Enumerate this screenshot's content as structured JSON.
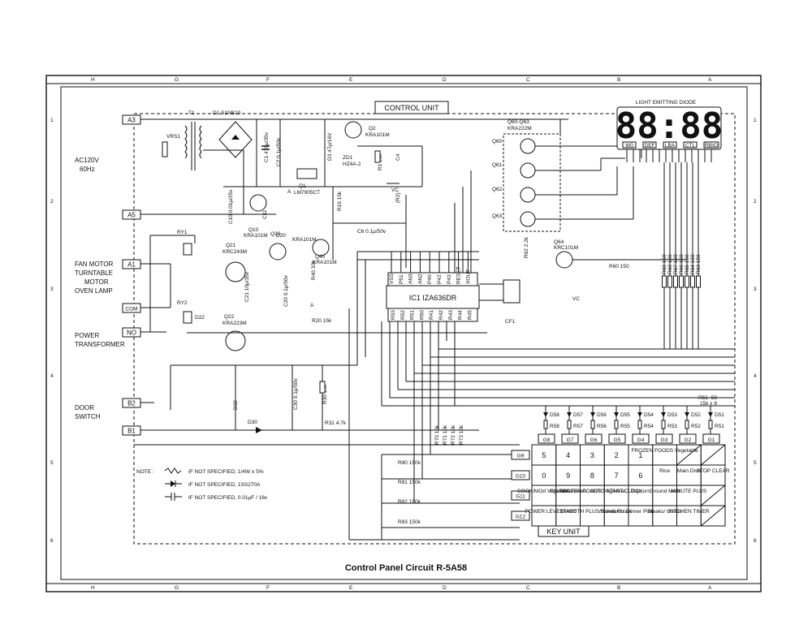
{
  "title": "Control Panel Circuit R-5A58",
  "control_unit_label": "CONTROL UNIT",
  "key_unit_label": "KEY UNIT",
  "led_label": "LIGHT EMITTING DIODE",
  "led_display": "88:88",
  "led_tags": [
    "W0",
    "DEF",
    "LBA",
    "CTL",
    "RBIO"
  ],
  "border_letters_top": [
    "H",
    "G",
    "F",
    "E",
    "D",
    "C",
    "B",
    "A"
  ],
  "border_letters_bottom": [
    "H",
    "G",
    "F",
    "E",
    "D",
    "C",
    "B",
    "A"
  ],
  "border_numbers_left": [
    "1",
    "2",
    "3",
    "4",
    "5",
    "6"
  ],
  "border_numbers_right": [
    "1",
    "2",
    "3",
    "4",
    "5",
    "6"
  ],
  "terminals": [
    "A3",
    "A5",
    "A1",
    "COM",
    "NO",
    "B2",
    "B1"
  ],
  "ac_input": [
    "AC120V",
    "60Hz"
  ],
  "loads": {
    "fan": [
      "FAN MOTOR",
      "TURNTABLE",
      "MOTOR",
      "OVEN LAMP"
    ],
    "power": [
      "POWER",
      "TRANSFORMER"
    ],
    "door": [
      "DOOR",
      "SWITCH"
    ]
  },
  "components": {
    "t1": "T1",
    "d1": "D1 S1NB10",
    "vrs1": "VRS1",
    "c1": "C1 470μ/35v",
    "c2": "C2 0.1μ/50v",
    "q1": [
      "Q1",
      "LM7905CT"
    ],
    "d3": "D3 47μ/16V",
    "zd1": [
      "ZD1",
      "HZ4A-2"
    ],
    "q2": [
      "Q2",
      "KRA101M"
    ],
    "r1": "R1 15k",
    "c4": "C4",
    "c10": "C10 0.01μ/25v",
    "c11": "C11",
    "q10": [
      "Q10",
      "KRA101M"
    ],
    "q20": [
      "Q20",
      "KRA101M"
    ],
    "q21": [
      "Q21",
      "KRC243M"
    ],
    "q22": [
      "Q22",
      "KRA223M"
    ],
    "q40": [
      "Q40",
      "KRA101M"
    ],
    "r16": "R16 15k",
    "r2": "(R2)",
    "c6": "C6 0.1μ/50v",
    "ry1": "RY1",
    "ry2": "RY2",
    "d20": "D20",
    "d22": "D22",
    "c21": "C21 10μ/35v",
    "c20": "C20 0.1μ/50v",
    "r40": "R40 33k",
    "r20": "R20 15k",
    "ic1": "IC1 IZA636DR",
    "cf1": "CF1",
    "q60_63": [
      "Q60-Q63",
      "KRA222M"
    ],
    "q60": "Q60",
    "q61": "Q61",
    "q62": "Q62",
    "q63": "Q63",
    "q64": [
      "Q64",
      "KRC101M"
    ],
    "r60": "R60 150",
    "r62": "R62 2.2k",
    "vc": "VC",
    "a": "A",
    "c30": "C30 0.1μ/50v",
    "r30": "R30 15k",
    "d30": "D30",
    "d32": "D32",
    "r31": "R31 4.7k",
    "r51_58": [
      "R51~58",
      "15k x 8"
    ],
    "r80": "R80 150k",
    "r81": "R81 150k",
    "r82": "R82 150k",
    "r83": "R83 150k",
    "r70_73": [
      "R70 15k",
      "R71 15k",
      "R72 15k",
      "R73 15k"
    ],
    "seg_resistors": [
      "R69 150",
      "R68 150",
      "R67 150",
      "R66 150",
      "R65 150",
      "R64 150",
      "R63 150"
    ]
  },
  "ic_pins_top": [
    "VSS",
    "P51",
    "AN3",
    "AN2",
    "P40",
    "P42",
    "P43",
    "RESET",
    "XOUT"
  ],
  "ic_pins_bottom": [
    "R53",
    "R52",
    "R51",
    "R50",
    "R41",
    "R42",
    "R43",
    "R44",
    "R45"
  ],
  "diodes_row": [
    "D58",
    "D57",
    "D56",
    "D55",
    "D54",
    "D53",
    "D52",
    "D51"
  ],
  "diode_resistors": [
    "R58",
    "R57",
    "R56",
    "R55",
    "R54",
    "R53",
    "R52",
    "R51"
  ],
  "grid_columns": [
    "G8",
    "G7",
    "G6",
    "G5",
    "G4",
    "G3",
    "G2",
    "G1"
  ],
  "grid_rows": [
    "G9",
    "G10",
    "G11",
    "G12"
  ],
  "keys": [
    [
      "5",
      "4",
      "3",
      "2",
      "1",
      "FROZEN FOODS Vegetable",
      ""
    ],
    [
      "0",
      "9",
      "8",
      "7",
      "6",
      "Rice",
      "Main Dish",
      "STOP CLEAR"
    ],
    [
      "COOK/MOd Vegetable",
      "Chicken Pieces",
      "FROZEN FOODS Veg/Meal",
      "AUTO START CLOCK",
      "Popcorn",
      "Ground Meat",
      "MINUTE PLUS"
    ],
    [
      "POWER LEVEL",
      "START",
      "SMOOTH PLUS/Sandwich",
      "Baked Potato",
      "Dinner Plate",
      "Steaks/ Chops",
      "KITCHEN TIMER"
    ]
  ],
  "notes": {
    "title": "NOTE :",
    "lines": [
      "IF NOT SPECIFIED, 1/4W ± 5%",
      "IF NOT SPECIFIED, 1SS270A",
      "IF NOT SPECIFIED, 0.01μF / 16v"
    ]
  }
}
